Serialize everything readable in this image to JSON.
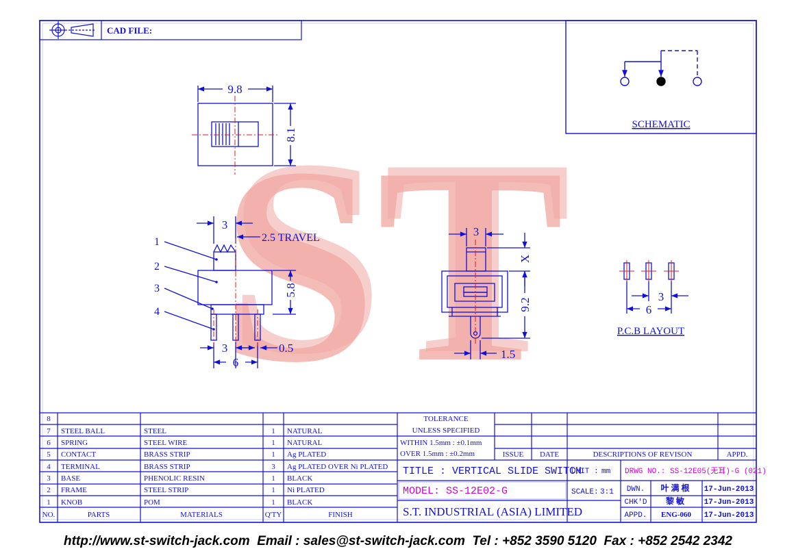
{
  "header": {
    "cad_file_label": "CAD FILE:"
  },
  "watermark": {
    "text": "ST"
  },
  "top_view": {
    "width_dim": "9.8",
    "height_dim": "8.1"
  },
  "side_view": {
    "knob_dim": "3",
    "travel_label": "2.5 TRAVEL",
    "body_height_dim": "5.8",
    "pin_pitch_dim": "3",
    "pin_span_dim": "6",
    "pin_width_dim": "0.5",
    "leaders": [
      "1",
      "2",
      "3",
      "4"
    ]
  },
  "front_view": {
    "knob_dim": "3",
    "x_dim": "X",
    "height_dim": "9.2",
    "pin_dim": "1.5"
  },
  "pcb_layout": {
    "pitch_dim": "3",
    "span_dim": "6",
    "label": "P.C.B LAYOUT"
  },
  "schematic": {
    "label": "SCHEMATIC"
  },
  "parts_table": {
    "header": {
      "no": "NO.",
      "parts": "PARTS",
      "materials": "MATERIALS",
      "qty": "Q'TY",
      "finish": "FINISH"
    },
    "rows": [
      {
        "no": "8",
        "part": "",
        "material": "",
        "qty": "",
        "finish": ""
      },
      {
        "no": "7",
        "part": "STEEL BALL",
        "material": "STEEL",
        "qty": "1",
        "finish": "NATURAL"
      },
      {
        "no": "6",
        "part": "SPRING",
        "material": "STEEL WIRE",
        "qty": "1",
        "finish": "NATURAL"
      },
      {
        "no": "5",
        "part": "CONTACT",
        "material": "BRASS STRIP",
        "qty": "1",
        "finish": "Ag PLATED"
      },
      {
        "no": "4",
        "part": "TERMINAL",
        "material": "BRASS STRIP",
        "qty": "3",
        "finish": "Ag PLATED OVER Ni PLATED"
      },
      {
        "no": "3",
        "part": "BASE",
        "material": "PHENOLIC RESIN",
        "qty": "1",
        "finish": "BLACK"
      },
      {
        "no": "2",
        "part": "FRAME",
        "material": "STEEL STRIP",
        "qty": "1",
        "finish": "Ni PLATED"
      },
      {
        "no": "1",
        "part": "KNOB",
        "material": "POM",
        "qty": "1",
        "finish": "BLACK"
      }
    ]
  },
  "tolerance": {
    "title_line1": "TOLERANCE",
    "title_line2": "UNLESS  SPECIFIED",
    "within": "WITHIN  1.5mm : ±0.1mm",
    "over": "OVER   1.5mm : ±0.2mm"
  },
  "revision": {
    "issue": "ISSUE",
    "date": "DATE",
    "descriptions": "DESCRIPTIONS  OF  REVISON",
    "appd": "APPD."
  },
  "title_block": {
    "title": "TITLE : VERTICAL SLIDE SWITCH",
    "unit_label": "UNIT :",
    "unit_value": "mm",
    "drwg_no": "DRWG NO.: SS-12E05(无耳)-G (021)",
    "model": "MODEL: SS-12E02-G",
    "scale_label": "SCALE:",
    "scale_value": "3:1",
    "company": "S.T.  INDUSTRIAL  (ASIA)  LIMITED",
    "dwn_label": "DWN.",
    "dwn_name": "叶满根",
    "dwn_date": "17-Jun-2013",
    "chkd_label": "CHK'D",
    "chkd_name": "黎敏",
    "chkd_date": "17-Jun-2013",
    "appd_label": "APPD.",
    "appd_name": "ENG-060",
    "appd_date": "17-Jun-2013"
  },
  "footer": {
    "text": "http://www.st-switch-jack.com  Email : sales@st-switch-jack.com  Tel : +852 3590 5120  Fax : +852 2542 2342"
  },
  "colors": {
    "line": "#1010d8",
    "red": "#e01818",
    "magenta": "#d000d0",
    "watermark": "#f2aaa4"
  }
}
